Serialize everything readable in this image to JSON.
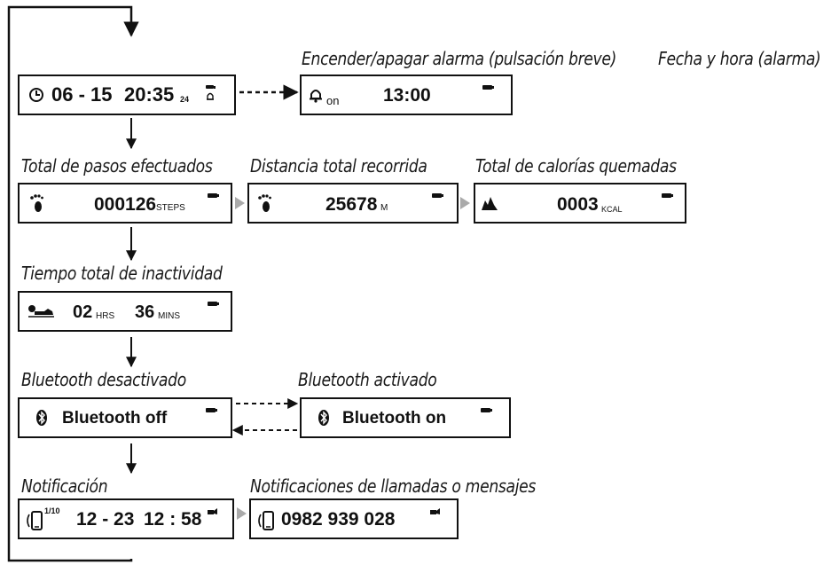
{
  "labels": {
    "alarm_toggle": "Encender/apagar alarma (pulsación breve)",
    "alarm_datetime": "Fecha y hora (alarma)",
    "steps_total": "Total de pasos efectuados",
    "distance_total": "Distancia total recorrida",
    "calories_total": "Total de calorías quemadas",
    "inactivity_total": "Tiempo total de inactividad",
    "bt_off": "Bluetooth desactivado",
    "bt_on": "Bluetooth activado",
    "notification": "Notificación",
    "call_messages": "Notificaciones de llamadas o mensajes"
  },
  "screens": {
    "clock": {
      "date": "06 - 15",
      "time": "20:35",
      "seconds": "24"
    },
    "alarm": {
      "state": "on",
      "time": "13:00"
    },
    "steps": {
      "value": "000126",
      "unit": "STEPS"
    },
    "distance": {
      "value": "25678",
      "unit": "M"
    },
    "calories": {
      "value": "0003",
      "unit": "KCAL"
    },
    "inactivity": {
      "hours": "02",
      "hours_unit": "HRS",
      "minutes": "36",
      "minutes_unit": "MINS"
    },
    "bt_off": {
      "text": "Bluetooth off"
    },
    "bt_on": {
      "text": "Bluetooth on"
    },
    "notification": {
      "count": "1/10",
      "date": "12 - 23",
      "time": "12 : 58"
    },
    "caller": {
      "number": "0982 939 028"
    }
  },
  "icons": [
    "clock-icon",
    "alarm-icon",
    "bell-icon",
    "footprint-icon",
    "flame-icon",
    "sleep-icon",
    "bluetooth-icon",
    "phone-icon",
    "battery-icon",
    "loop-arrow"
  ]
}
